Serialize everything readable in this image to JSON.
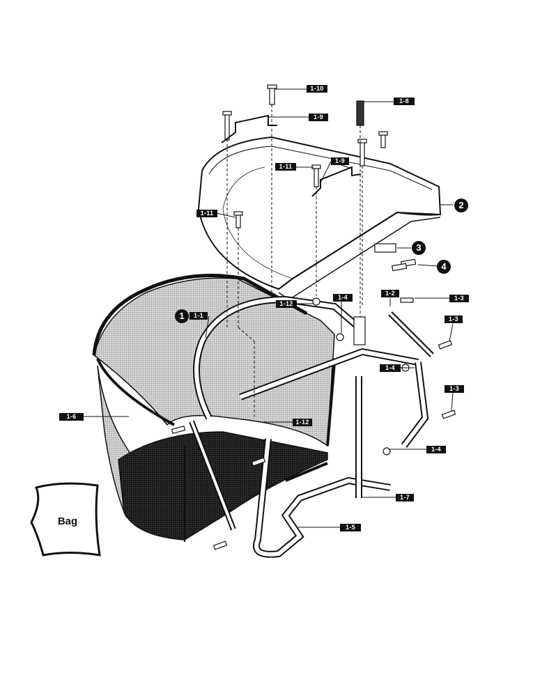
{
  "diagram": {
    "tags": {
      "t1_10": "1-10",
      "t1_9a": "1-9",
      "t1_8": "1-8",
      "t1_11a": "1-11",
      "t1_9b": "1-9",
      "t1_11b": "1-11",
      "t1_12a": "1-12",
      "t1_4a": "1-4",
      "t1_2": "1-2",
      "t1_3a": "1-3",
      "t1_3b": "1-3",
      "t1_1": "1-1",
      "t1_4b": "1-4",
      "t1_3c": "1-3",
      "t1_6": "1-6",
      "t1_12b": "1-12",
      "t1_4c": "1-4",
      "t1_7": "1-7",
      "t1_5": "1-5"
    },
    "callouts": {
      "c1": "1",
      "c2": "2",
      "c3": "3",
      "c4": "4"
    },
    "bag_label": "Bag"
  }
}
